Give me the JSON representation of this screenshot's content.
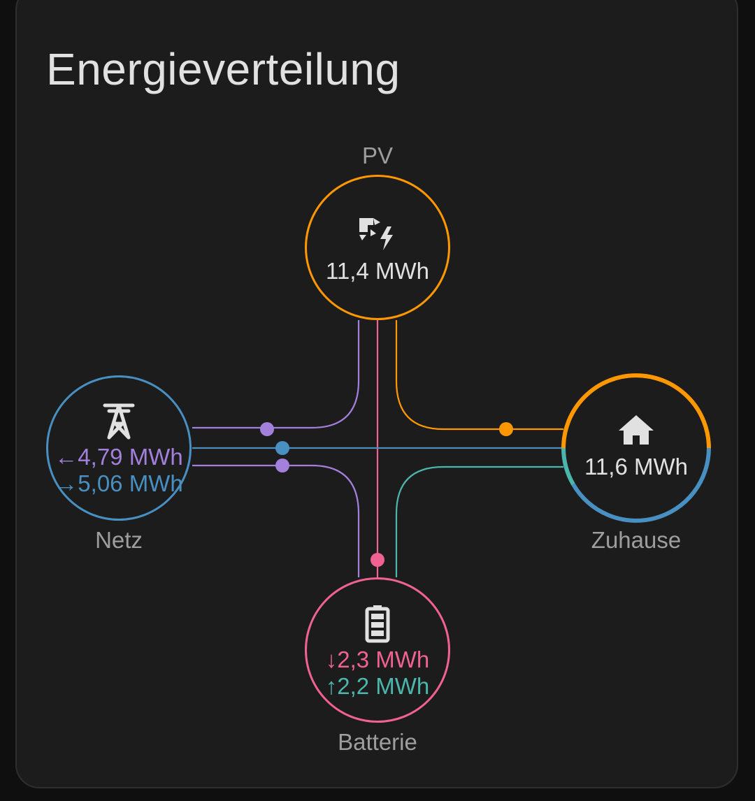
{
  "card": {
    "title": "Energieverteilung"
  },
  "nodes": {
    "solar": {
      "label": "PV",
      "value": "11,4 MWh",
      "icon": "solar-power-icon",
      "color": "#ff9800"
    },
    "grid": {
      "label": "Netz",
      "icon": "transmission-tower-icon",
      "consumption_arrow": "←",
      "consumption": "4,79 MWh",
      "return_arrow": "→",
      "return": "5,06 MWh",
      "consumption_color": "#a280db",
      "return_color": "#488fc2"
    },
    "home": {
      "label": "Zuhause",
      "value": "11,6 MWh",
      "icon": "home-icon"
    },
    "battery": {
      "label": "Batterie",
      "icon": "battery-icon",
      "in_arrow": "↓",
      "in": "2,3 MWh",
      "out_arrow": "↑",
      "out": "2,2 MWh",
      "in_color": "#f06292",
      "out_color": "#4db6ac"
    }
  },
  "colors": {
    "solar": "#ff9800",
    "grid_consumption": "#a280db",
    "grid_return": "#488fc2",
    "battery_in": "#f06292",
    "battery_out": "#4db6ac",
    "text": "#e1e1e1",
    "label": "#9e9e9e"
  }
}
